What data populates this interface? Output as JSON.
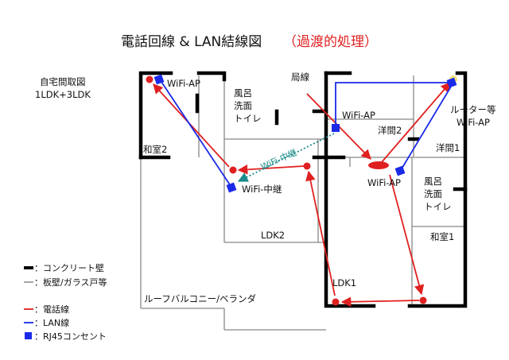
{
  "title": "電話回線 & LAN結線図",
  "title_paren": "（過渡的処理）",
  "plan_name": "自宅間取図",
  "plan_layout": "1LDK+3LDK",
  "rooms": {
    "washitsu2": "和室2",
    "bath_left_1": "風呂",
    "bath_left_2": "洗面",
    "bath_left_3": "トイレ",
    "youma2": "洋間2",
    "youma1": "洋間1",
    "bath_right_1": "風呂",
    "bath_right_2": "洗面",
    "bath_right_3": "トイレ",
    "washitsu1": "和室1",
    "ldk2": "LDK2",
    "ldk1": "LDK1",
    "balcony": "ルーフバルコニー/ベランダ"
  },
  "devices": {
    "wifi_ap_left": "WiFi-AP",
    "wifi_ap_center": "WiFi-AP",
    "wifi_ap_bottom": "WiFi-AP",
    "wifi_relay": "WiFi-中継",
    "wifi_relay_link": "WiFi-中継",
    "router_1": "ルーター等",
    "router_2": "WiFi-AP",
    "incoming_line": "局線"
  },
  "legend": {
    "concrete_wall": "：コンクリート壁",
    "partition_wall": "：板壁/ガラス戸等",
    "phone_line": "：電話線",
    "lan_line": "：LAN線",
    "rj45": "：RJ45コンセント"
  },
  "colors": {
    "phone_line": "#e02020",
    "lan_line": "#1a2ae8",
    "wifi_link": "#1a8a8a",
    "concrete_wall": "#000000",
    "partition_wall": "#888888"
  }
}
